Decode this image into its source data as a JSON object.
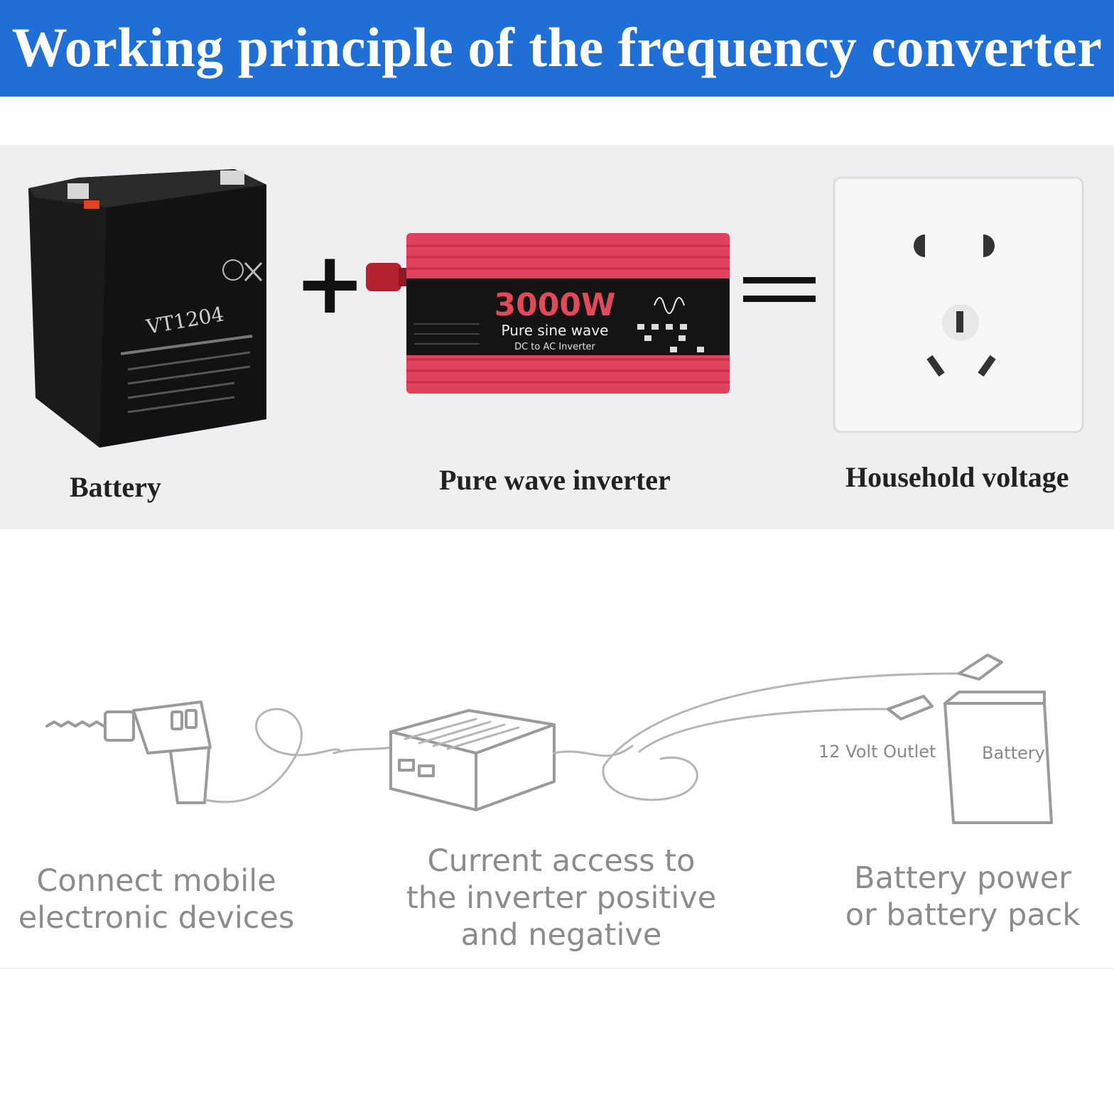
{
  "header": {
    "title": "Working principle of the frequency converter"
  },
  "top_row": {
    "battery": {
      "label": "Battery",
      "model": "VT1204"
    },
    "plus_symbol": "+",
    "inverter": {
      "label": "Pure wave inverter",
      "power": "3000W",
      "subtitle": "Pure sine wave",
      "subtitle2": "DC to AC Inverter"
    },
    "equals_symbol": "=",
    "socket": {
      "label": "Household voltage"
    }
  },
  "bottom_row": {
    "device_caption": [
      "Connect mobile",
      "electronic devices"
    ],
    "inverter_caption": [
      "Current access to",
      "the inverter positive",
      "and negative"
    ],
    "battery_caption": [
      "Battery power",
      "or battery pack"
    ],
    "outlet_label": "12 Volt Outlet",
    "battery_box_label": "Battery"
  },
  "colors": {
    "banner": "#1f6fd6",
    "panel": "#efeff1",
    "inverter_body": "#e0425e",
    "power_text": "#e04a5c"
  }
}
